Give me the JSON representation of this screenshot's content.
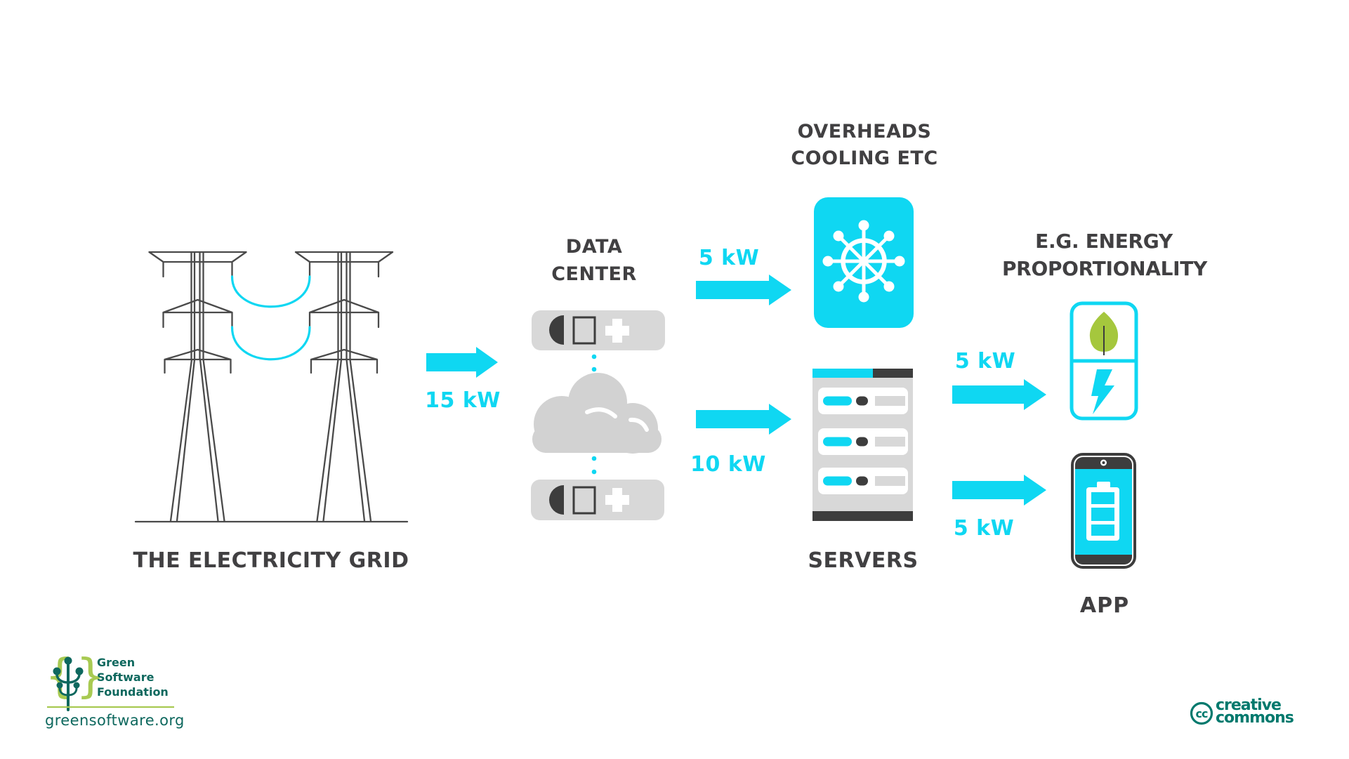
{
  "labels": {
    "grid": "THE ELECTRICITY GRID",
    "datacenter_line1": "DATA",
    "datacenter_line2": "CENTER",
    "overheads_line1": "OVERHEADS",
    "overheads_line2": "COOLING ETC",
    "servers": "SERVERS",
    "energy_line1": "E.G. ENERGY",
    "energy_line2": "PROPORTIONALITY",
    "app": "APP"
  },
  "flows": {
    "grid_to_datacenter": "15 kW",
    "datacenter_to_overheads": "5 kW",
    "datacenter_to_servers": "10 kW",
    "servers_to_energy": "5 kW",
    "servers_to_app": "5 kW"
  },
  "footer": {
    "gsf_brace_left": "{",
    "gsf_brace_right": "}",
    "gsf_name_line1": "Green",
    "gsf_name_line2": "Software",
    "gsf_name_line3": "Foundation",
    "gsf_url": "greensoftware.org",
    "cc_symbol": "cc",
    "cc_line1": "creative",
    "cc_line2": "commons"
  },
  "icons": {
    "electricity-pylons-icon": "two transmission towers with cyan sagging wires",
    "flow-arrow-icon": "solid cyan right arrow",
    "datacenter-icon": "two gray device bars with half-circle, square, plus glyphs and gray cloud",
    "fan-overheads-icon": "white ship-wheel fan on cyan rounded square",
    "servers-rack-icon": "gray server rack with three white blade rows",
    "leaf-icon": "green leaf with stem",
    "lightning-bolt-icon": "cyan lightning bolt",
    "phone-battery-icon": "smartphone with cyan screen and white battery",
    "gsf-plant-icon": "teal seedling between green curly braces",
    "cc-badge-icon": "creative commons circle badge"
  },
  "colors": {
    "cyan": "#0fd7f2",
    "dark_text": "#414042",
    "icon_dark": "#3d3d3d",
    "icon_gray": "#d8d8d8",
    "cloud_gray": "#d2d2d2",
    "pylon_line": "#4a4a4a",
    "leaf_green": "#a5c73d",
    "gsf_teal": "#0e685e",
    "gsf_green": "#a8ca52",
    "cc_teal": "#00796d"
  }
}
